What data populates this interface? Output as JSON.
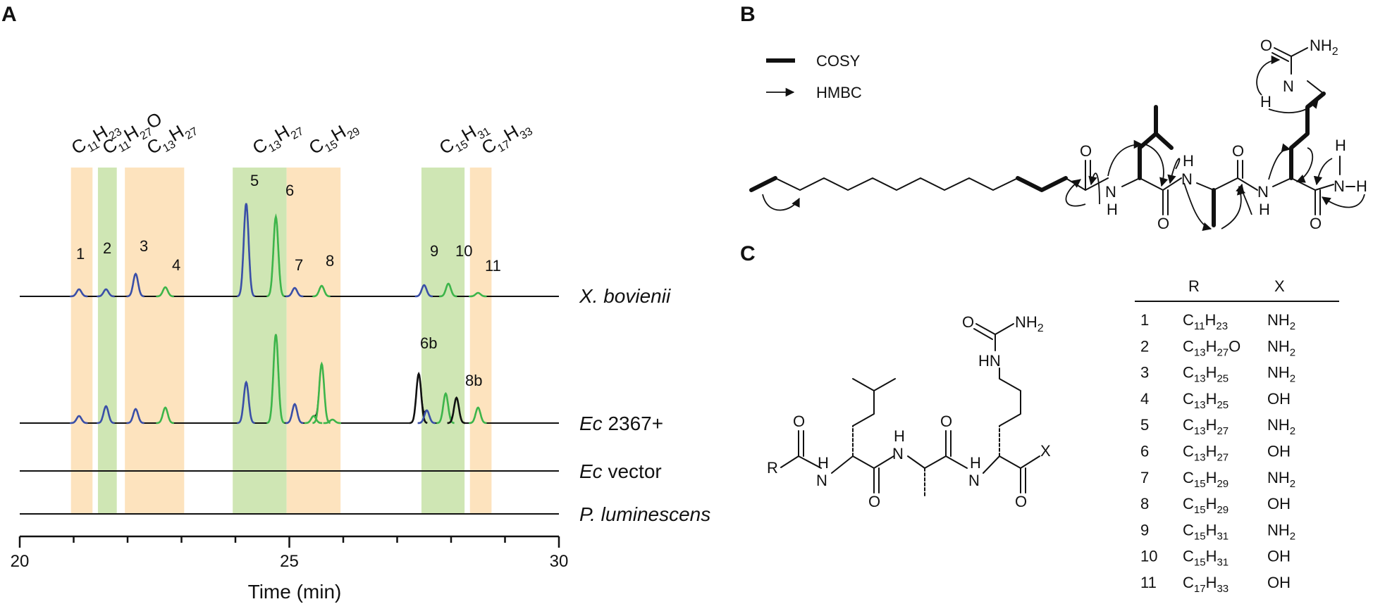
{
  "panels": {
    "a": "A",
    "b": "B",
    "c": "C"
  },
  "chart_data": {
    "type": "line",
    "xlabel": "Time (min)",
    "xlim": [
      20,
      30
    ],
    "xticks": [
      20,
      25,
      30
    ],
    "traces": [
      {
        "name": "X. bovienii",
        "italic_part": "X. bovienii",
        "plain_part": "",
        "peaks": [
          {
            "t": 21.1,
            "h": 10,
            "color": "blue"
          },
          {
            "t": 21.6,
            "h": 10,
            "color": "blue"
          },
          {
            "t": 22.15,
            "h": 32,
            "color": "blue"
          },
          {
            "t": 22.7,
            "h": 13,
            "color": "green"
          },
          {
            "t": 24.2,
            "h": 132,
            "color": "blue"
          },
          {
            "t": 24.75,
            "h": 113,
            "color": "green"
          },
          {
            "t": 25.1,
            "h": 12,
            "color": "blue"
          },
          {
            "t": 25.6,
            "h": 15,
            "color": "green"
          },
          {
            "t": 27.5,
            "h": 16,
            "color": "blue"
          },
          {
            "t": 27.95,
            "h": 18,
            "color": "green"
          },
          {
            "t": 28.5,
            "h": 5,
            "color": "green"
          }
        ]
      },
      {
        "name": "Ec 2367+",
        "italic_part": "Ec",
        "plain_part": " 2367+",
        "peaks": [
          {
            "t": 21.1,
            "h": 10,
            "color": "blue"
          },
          {
            "t": 21.6,
            "h": 24,
            "color": "blue"
          },
          {
            "t": 22.15,
            "h": 20,
            "color": "blue"
          },
          {
            "t": 22.7,
            "h": 22,
            "color": "green"
          },
          {
            "t": 24.2,
            "h": 58,
            "color": "blue"
          },
          {
            "t": 24.75,
            "h": 126,
            "color": "green"
          },
          {
            "t": 25.1,
            "h": 27,
            "color": "blue"
          },
          {
            "t": 25.45,
            "h": 10,
            "color": "green"
          },
          {
            "t": 25.6,
            "h": 84,
            "color": "green"
          },
          {
            "t": 25.8,
            "h": 5,
            "color": "green"
          },
          {
            "t": 27.4,
            "h": 70,
            "color": "black"
          },
          {
            "t": 27.55,
            "h": 18,
            "color": "blue"
          },
          {
            "t": 27.9,
            "h": 42,
            "color": "green"
          },
          {
            "t": 28.1,
            "h": 36,
            "color": "black"
          },
          {
            "t": 28.5,
            "h": 22,
            "color": "green"
          }
        ]
      },
      {
        "name": "Ec vector",
        "italic_part": "Ec",
        "plain_part": " vector",
        "peaks": []
      },
      {
        "name": "P. luminescens",
        "italic_part": "P. luminescens",
        "plain_part": "",
        "peaks": []
      }
    ],
    "peak_labels": [
      "1",
      "2",
      "3",
      "4",
      "5",
      "6",
      "7",
      "8",
      "9",
      "10",
      "11",
      "6b",
      "8b"
    ],
    "bands": [
      {
        "x0": 20.95,
        "x1": 21.35,
        "color": "orange"
      },
      {
        "x0": 21.45,
        "x1": 21.8,
        "color": "green"
      },
      {
        "x0": 21.95,
        "x1": 23.05,
        "color": "orange"
      },
      {
        "x0": 23.95,
        "x1": 24.95,
        "color": "green"
      },
      {
        "x0": 24.95,
        "x1": 25.95,
        "color": "orange"
      },
      {
        "x0": 27.45,
        "x1": 28.25,
        "color": "green"
      },
      {
        "x0": 28.35,
        "x1": 28.75,
        "color": "orange"
      }
    ],
    "formula_labels": [
      {
        "c": "C",
        "s1": "11",
        "h": "H",
        "s2": "23",
        "tail": ""
      },
      {
        "c": "C",
        "s1": "11",
        "h": "H",
        "s2": "27",
        "tail": "O"
      },
      {
        "c": "C",
        "s1": "13",
        "h": "H",
        "s2": "27",
        "tail": ""
      },
      {
        "c": "C",
        "s1": "13",
        "h": "H",
        "s2": "27",
        "tail": ""
      },
      {
        "c": "C",
        "s1": "15",
        "h": "H",
        "s2": "29",
        "tail": ""
      },
      {
        "c": "C",
        "s1": "15",
        "h": "H",
        "s2": "31",
        "tail": ""
      },
      {
        "c": "C",
        "s1": "17",
        "h": "H",
        "s2": "33",
        "tail": ""
      }
    ],
    "colors": {
      "blue": "#3a4fa8",
      "green": "#3db54a",
      "black": "#111111",
      "orange_band": "#fde3be",
      "green_band": "#cfe6b4"
    }
  },
  "panel_b": {
    "legend": [
      {
        "label": "COSY"
      },
      {
        "label": "HMBC"
      }
    ],
    "atoms": {
      "O": "O",
      "NH2": "NH",
      "NH2_sub": "2",
      "H": "H",
      "N": "N",
      "NH": "NH"
    }
  },
  "panel_c": {
    "atoms": {
      "R": "R",
      "X": "X",
      "O": "O",
      "N": "N",
      "H": "H",
      "HN": "HN",
      "NH2": "NH",
      "NH2_sub": "2"
    },
    "table": {
      "headers": [
        "R",
        "X"
      ],
      "rows": [
        {
          "n": "1",
          "c": "C",
          "s1": "11",
          "h": "H",
          "s2": "23",
          "tail": "",
          "x": "NH",
          "xsub": "2"
        },
        {
          "n": "2",
          "c": "C",
          "s1": "13",
          "h": "H",
          "s2": "27",
          "tail": "O",
          "x": "NH",
          "xsub": "2"
        },
        {
          "n": "3",
          "c": "C",
          "s1": "13",
          "h": "H",
          "s2": "25",
          "tail": "",
          "x": "NH",
          "xsub": "2"
        },
        {
          "n": "4",
          "c": "C",
          "s1": "13",
          "h": "H",
          "s2": "25",
          "tail": "",
          "x": "OH",
          "xsub": ""
        },
        {
          "n": "5",
          "c": "C",
          "s1": "13",
          "h": "H",
          "s2": "27",
          "tail": "",
          "x": "NH",
          "xsub": "2"
        },
        {
          "n": "6",
          "c": "C",
          "s1": "13",
          "h": "H",
          "s2": "27",
          "tail": "",
          "x": "OH",
          "xsub": ""
        },
        {
          "n": "7",
          "c": "C",
          "s1": "15",
          "h": "H",
          "s2": "29",
          "tail": "",
          "x": "NH",
          "xsub": "2"
        },
        {
          "n": "8",
          "c": "C",
          "s1": "15",
          "h": "H",
          "s2": "29",
          "tail": "",
          "x": "OH",
          "xsub": ""
        },
        {
          "n": "9",
          "c": "C",
          "s1": "15",
          "h": "H",
          "s2": "31",
          "tail": "",
          "x": "NH",
          "xsub": "2"
        },
        {
          "n": "10",
          "c": "C",
          "s1": "15",
          "h": "H",
          "s2": "31",
          "tail": "",
          "x": "OH",
          "xsub": ""
        },
        {
          "n": "11",
          "c": "C",
          "s1": "17",
          "h": "H",
          "s2": "33",
          "tail": "",
          "x": "OH",
          "xsub": ""
        }
      ]
    }
  }
}
